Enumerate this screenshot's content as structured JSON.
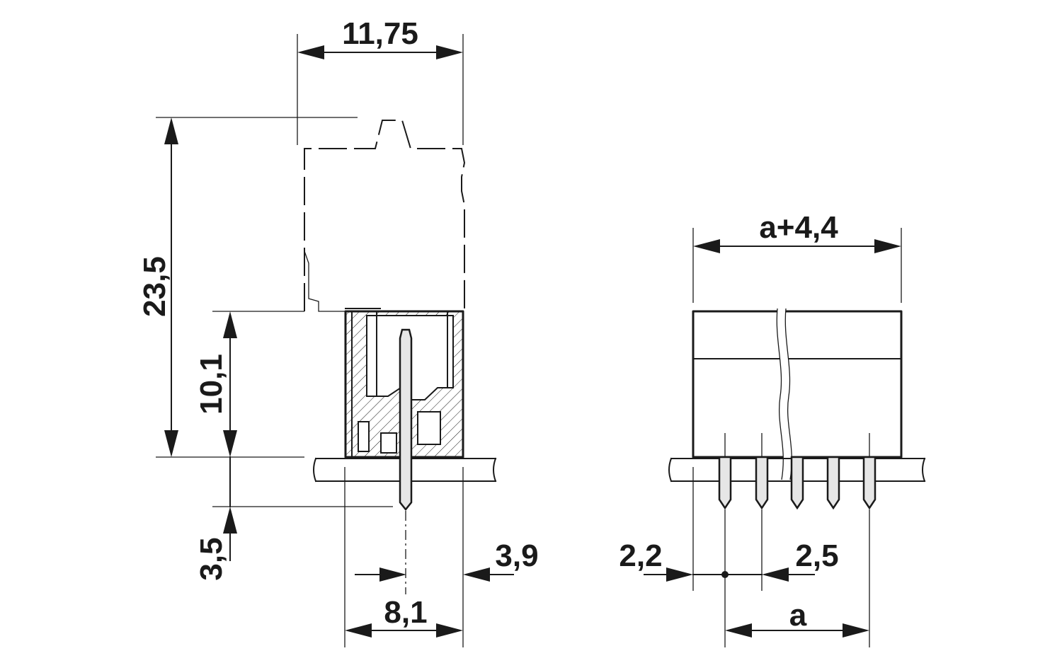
{
  "side_view": {
    "width_label": "11,75",
    "total_height_label": "23,5",
    "body_height_label": "10,1",
    "pin_length_label": "3,5",
    "pin_offset_label": "3,9",
    "base_width_label": "8,1"
  },
  "front_view": {
    "total_width_label": "a+4,4",
    "edge_offset_label": "2,2",
    "pitch_label": "2,5",
    "span_label": "a"
  },
  "colors": {
    "line": "#1a1a1a",
    "pin_fill": "#e6e6e6",
    "background": "#ffffff"
  }
}
